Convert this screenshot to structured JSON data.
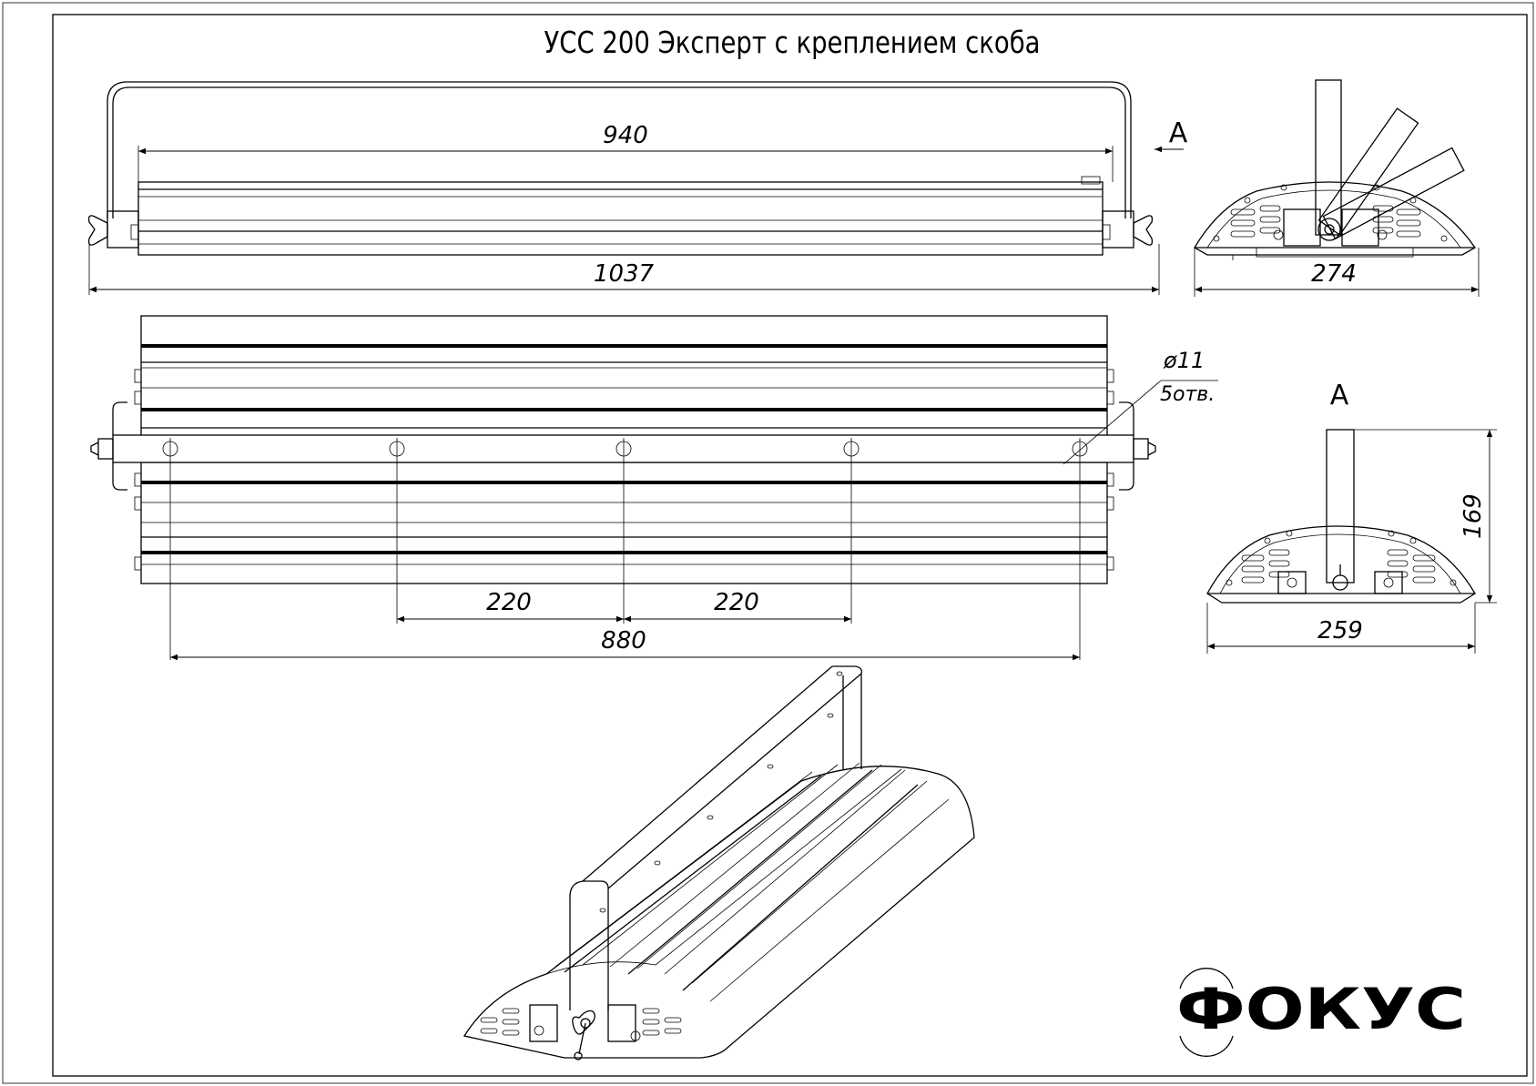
{
  "title": "УСС 200 Эксперт с креплением скоба",
  "view_label": "А",
  "dimensions": {
    "length_inner": "940",
    "length_total": "1037",
    "width_side": "274",
    "hole_diameter": "ø11",
    "hole_count": "5отв.",
    "pitch_1": "220",
    "pitch_2": "220",
    "pitch_total": "880",
    "height": "169",
    "width_end": "259"
  },
  "brand": "ФОКУС"
}
